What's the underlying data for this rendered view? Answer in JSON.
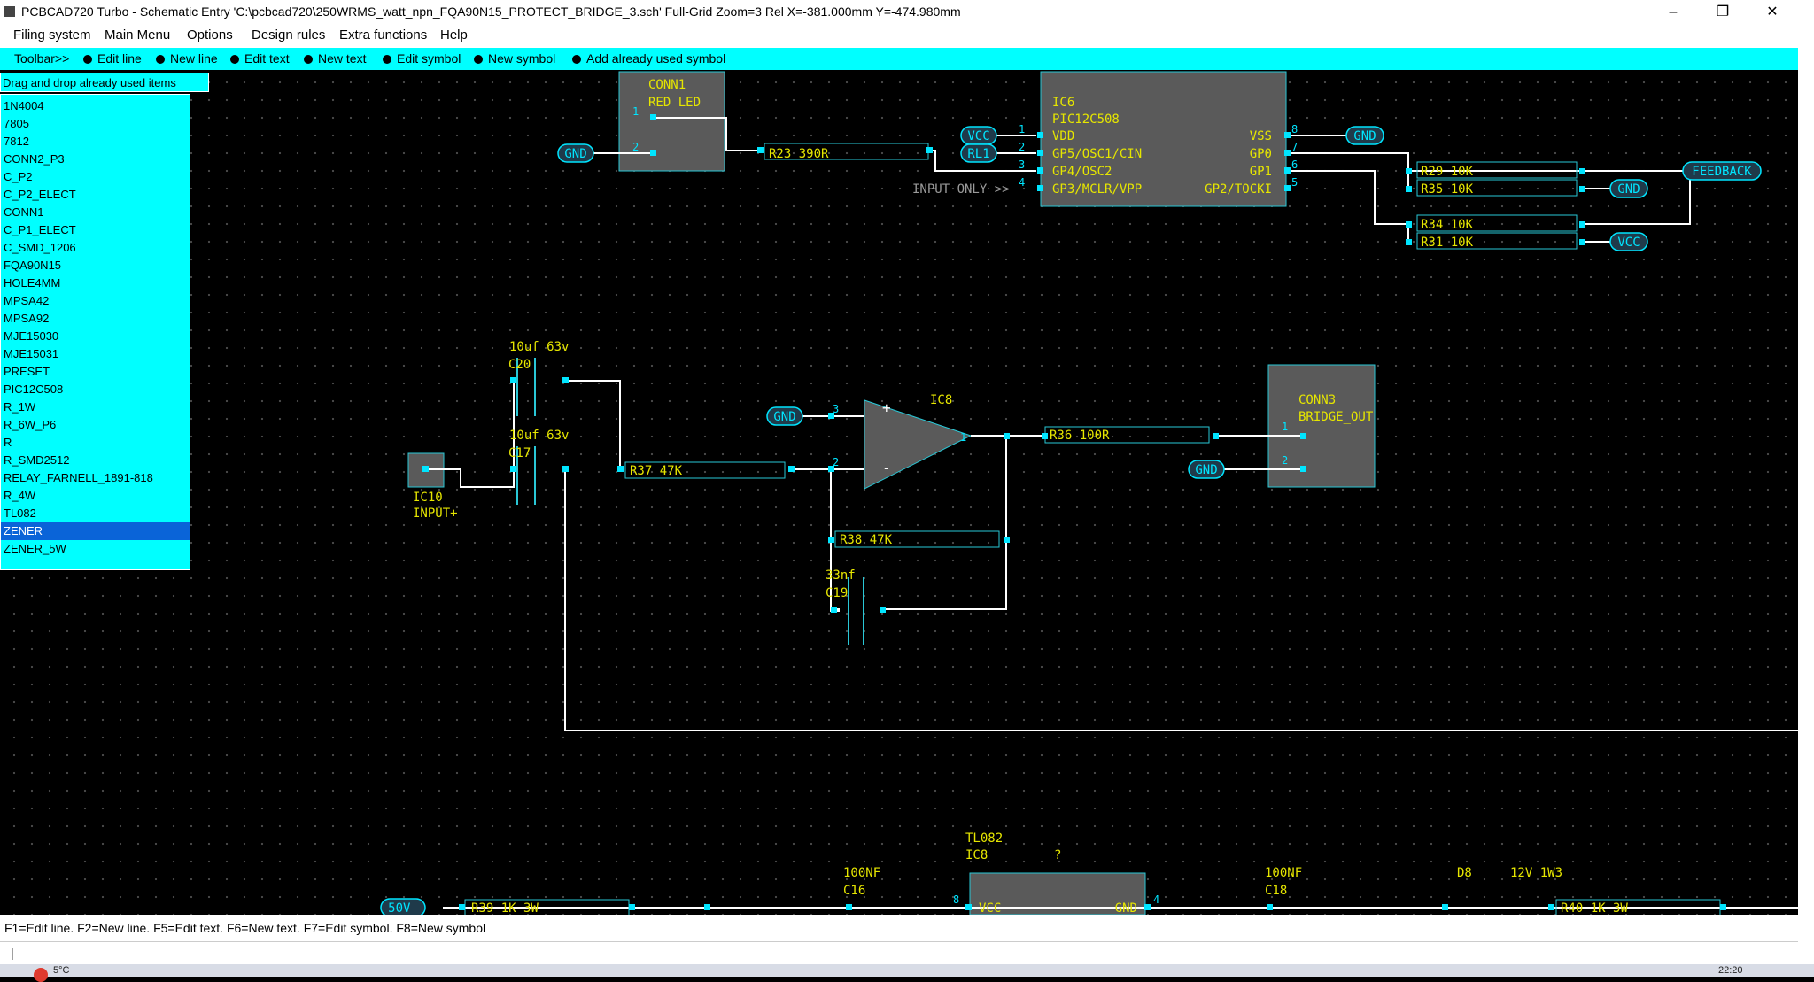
{
  "window": {
    "title": "PCBCAD720 Turbo - Schematic Entry 'C:\\pcbcad720\\250WRMS_watt_npn_FQA90N15_PROTECT_BRIDGE_3.sch' Full-Grid Zoom=3 Rel X=-381.000mm Y=-474.980mm",
    "controls": {
      "minimize": "–",
      "maximize": "❐",
      "close": "✕"
    }
  },
  "menu": [
    "Filing system",
    "Main Menu",
    "Options",
    "Design rules",
    "Extra functions",
    "Help"
  ],
  "toolbar": {
    "label": "Toolbar>>",
    "items": [
      "Edit line",
      "New line",
      "Edit text",
      "New text",
      "Edit symbol",
      "New symbol",
      "Add already used symbol"
    ]
  },
  "panel": {
    "header": "Drag and drop already used items",
    "items": [
      "1N4004",
      "7805",
      "7812",
      "CONN2_P3",
      "C_P2",
      "C_P2_ELECT",
      "CONN1",
      "C_P1_ELECT",
      "C_SMD_1206",
      "FQA90N15",
      "HOLE4MM",
      "MPSA42",
      "MPSA92",
      "MJE15030",
      "MJE15031",
      "PRESET",
      "PIC12C508",
      "R_1W",
      "R_6W_P6",
      "R",
      "R_SMD2512",
      "RELAY_FARNELL_1891-818",
      "R_4W",
      "TL082",
      "ZENER",
      "ZENER_5W"
    ],
    "selected": "ZENER"
  },
  "schematic": {
    "colors": {
      "background": "#000000",
      "wire": "#ffffff",
      "symbol_body": "#5a5a5a",
      "outline": "#29c7d6",
      "text": "#e6e600",
      "pin": "#00e5ff",
      "grid": "#4a4a4a"
    },
    "conn1": {
      "ref": "CONN1",
      "name": "RED LED",
      "pin1": "1",
      "pin2": "2"
    },
    "ic6": {
      "ref": "IC6",
      "part": "PIC12C508",
      "left_pins": [
        "VDD",
        "GP5/OSC1/CIN",
        "GP4/OSC2",
        "GP3/MCLR/VPP"
      ],
      "left_nums": [
        "1",
        "2",
        "3",
        "4"
      ],
      "right_pins": [
        "VSS",
        "GP0",
        "GP1",
        "GP2/TOCKI"
      ],
      "right_nums": [
        "8",
        "7",
        "6",
        "5"
      ],
      "note": "INPUT ONLY >>"
    },
    "labels": {
      "gnd": "GND",
      "vcc": "VCC",
      "rl1": "RL1",
      "feedback": "FEEDBACK",
      "v50": "50V_"
    },
    "resistors": {
      "r23": "R23  390R",
      "r29": "R29  10K",
      "r35": "R35  10K",
      "r34": "R34  10K",
      "r31": "R31  10K",
      "r37": "R37  47K",
      "r38": "R38  47K",
      "r36": "R36  100R",
      "r39": "R39  1K 3W",
      "r40": "R40  1K 3W"
    },
    "caps": {
      "c20_value": "10uf 63v",
      "c20": "C20",
      "c17_value": "10uf 63v",
      "c17": "C17",
      "c19_value": "33nf",
      "c19": "C19",
      "c16_value": "100NF",
      "c16": "C16",
      "c18_value": "100NF",
      "c18": "C18"
    },
    "ic8": {
      "ref": "IC8",
      "part": "TL082",
      "q": "?",
      "vcc": "VCC",
      "gnd": "GND",
      "pin8": "8",
      "pin4": "4"
    },
    "ic10": {
      "ref": "IC10",
      "name": "INPUT+"
    },
    "conn3": {
      "ref": "CONN3",
      "name": "BRIDGE_OUT"
    },
    "d8": {
      "ref": "D8",
      "value": "12V 1W3"
    }
  },
  "status": {
    "hint": "F1=Edit line. F2=New line. F5=Edit text. F6=New text. F7=Edit symbol. F8=New symbol",
    "command": "|"
  },
  "taskbar": {
    "weather": "5°C",
    "clock": "22:20"
  }
}
